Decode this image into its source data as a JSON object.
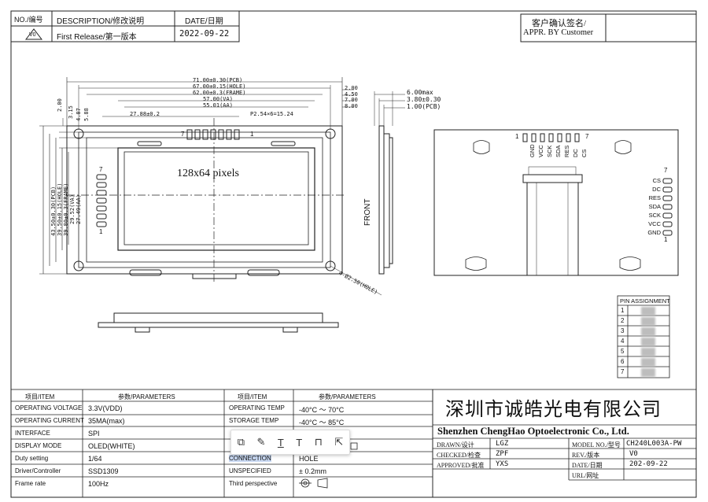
{
  "title_block": {
    "no_label": "NO./编号",
    "desc_label": "DESCRIPTION/修改说明",
    "date_label": "DATE/日期",
    "rev_symbol": "V0",
    "release_text": "First Release/第一版本",
    "release_date": "2022-09-22",
    "appr_cn": "客户确认签名/",
    "appr_en": "APPR. BY Customer"
  },
  "front_view": {
    "dims_top": [
      "71.00±0.30(PCB)",
      "67.00±0.15(HOLE)",
      "62.00±0.3(FRAME)",
      "57.00(VA)",
      "55.01(AA)"
    ],
    "dims_right": [
      "2.00",
      "4.50",
      "7.00",
      "8.00"
    ],
    "pin_pitch": "27.88±0.2",
    "pin_span": "P2.54×6=15.24",
    "dims_left_small": [
      "2.00",
      "3.15",
      "4.87",
      "5.88"
    ],
    "dims_left_vertical": [
      "43.50±0.30(PCB)",
      "39.50±0.15(HOLE)",
      "39.80±0.3(FRAME)",
      "29.52(VA)",
      "27.49(AA)"
    ],
    "pixels_label": "128x64 pixels",
    "pin_one": "1",
    "pin_seven": "7",
    "hole_label": "4-Ø2.50(HOLE)",
    "front_label": "FRONT"
  },
  "side_view": {
    "dims": [
      "6.00max",
      "3.80±0.30",
      "1.00(PCB)"
    ]
  },
  "back_view": {
    "pin_one": "1",
    "pin_seven": "7",
    "pins_top": [
      "GND",
      "VCC",
      "SCK",
      "SDA",
      "RES",
      "DC",
      "CS"
    ],
    "pins_right": [
      "CS",
      "DC",
      "RES",
      "SDA",
      "SCK",
      "VCC",
      "GND"
    ]
  },
  "pin_assignment": {
    "header": "PIN ASSIGNMENT",
    "rows": [
      "1",
      "2",
      "3",
      "4",
      "5",
      "6",
      "7"
    ]
  },
  "params_left": {
    "col1": "项目/ITEM",
    "col2": "参数/PARAMETERS",
    "rows": [
      {
        "item": "OPERATING VOLTAGE",
        "value": "3.3V(VDD)"
      },
      {
        "item": "OPERATING CURRENT",
        "value": "35MA(max)"
      },
      {
        "item": "INTERFACE",
        "value": "SPI"
      },
      {
        "item": "DISPLAY MODE",
        "value": "OLED(WHITE)"
      },
      {
        "item": "Duty setting",
        "value": "1/64"
      },
      {
        "item": "Driver/Controller",
        "value": "SSD1309"
      },
      {
        "item": "Frame rate",
        "value": "100Hz"
      }
    ]
  },
  "params_right": {
    "col1": "项目/ITEM",
    "col2": "参数/PARAMETERS",
    "rows": [
      {
        "item": "OPERATING TEMP",
        "value": "-40°C ～ 70°C"
      },
      {
        "item": "STORAGE TEMP",
        "value": "-40°C ～ 85°C"
      },
      {
        "item": "",
        "value": ""
      },
      {
        "item": "",
        "value": ""
      },
      {
        "item": "CONNECTION",
        "value": "HOLE"
      },
      {
        "item": "UNSPECIFIED",
        "value": "± 0.2mm"
      },
      {
        "item": "Third perspective",
        "value": ""
      }
    ]
  },
  "company": {
    "name_cn": "深圳市诚皓光电有限公司",
    "name_en": "Shenzhen ChengHao Optoelectronic Co., Ltd.",
    "drawn_label": "DRAWN/设计",
    "drawn_value": "LGZ",
    "checked_label": "CHECKED/检查",
    "checked_value": "ZPF",
    "approved_label": "APPROVED/批准",
    "approved_value": "YXS",
    "model_label": "MODEL NO./型号",
    "model_value": "CH240L003A-PW",
    "rev_label": "REV./版本",
    "rev_value": "V0",
    "date_label": "DATE/日期",
    "date_value": "202-09-22",
    "url_label": "URL/网址"
  },
  "toolbar": {
    "icons": [
      "copy-icon",
      "pen-icon",
      "text-strike-icon",
      "text-icon",
      "bookmark-icon",
      "share-icon"
    ]
  }
}
